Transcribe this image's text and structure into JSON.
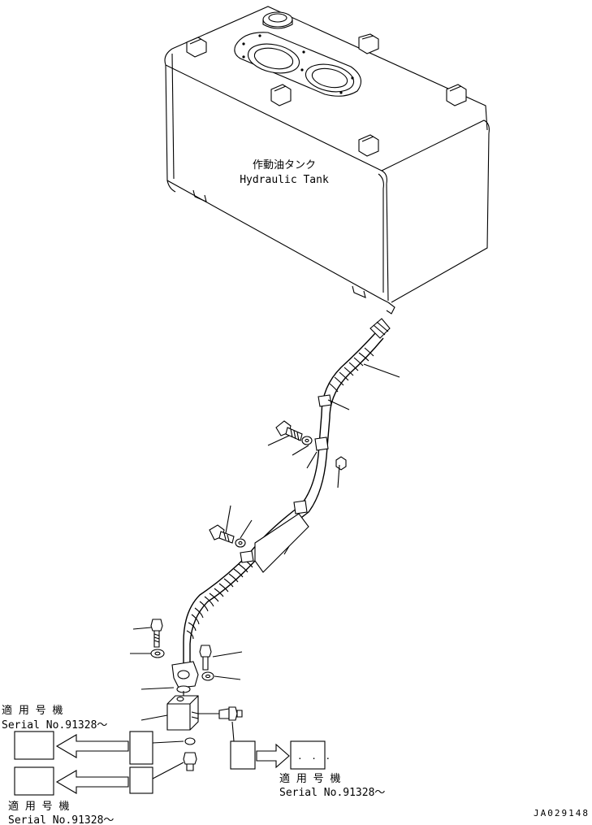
{
  "tank": {
    "label_jp": "作動油タンク",
    "label_en": "Hydraulic Tank"
  },
  "applicable_serials": [
    {
      "label_jp": "適 用 号 機",
      "serial": "Serial No.91328～"
    },
    {
      "label_jp": "適 用 号 機",
      "serial": "Serial No.91328～"
    },
    {
      "label_jp": "適 用 号 機",
      "serial": "Serial No.91328～"
    }
  ],
  "callout_box_dots": ".  .  .",
  "drawing_id": "JA029148"
}
